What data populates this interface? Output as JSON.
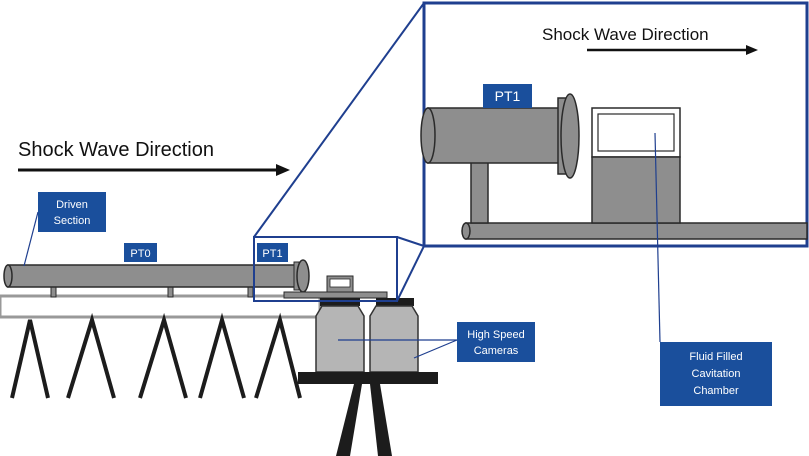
{
  "labels": {
    "shock_main": "Shock Wave Direction",
    "shock_inset": "Shock Wave Direction",
    "driven_line1": "Driven",
    "driven_line2": "Section",
    "pt0": "PT0",
    "pt1_small": "PT1",
    "pt1_inset": "PT1",
    "cameras_line1": "High Speed",
    "cameras_line2": "Cameras",
    "chamber_line1": "Fluid Filled",
    "chamber_line2": "Cavitation",
    "chamber_line3": "Chamber"
  },
  "colors": {
    "label_fill": "#1a4f9c",
    "inset_border": "#1f3f8f",
    "tube": "#8e8e8e",
    "outline": "#2a2a2a",
    "rail": "#4a4a4a",
    "camera": "#b5b5b5",
    "table": "#1c1c1c"
  }
}
